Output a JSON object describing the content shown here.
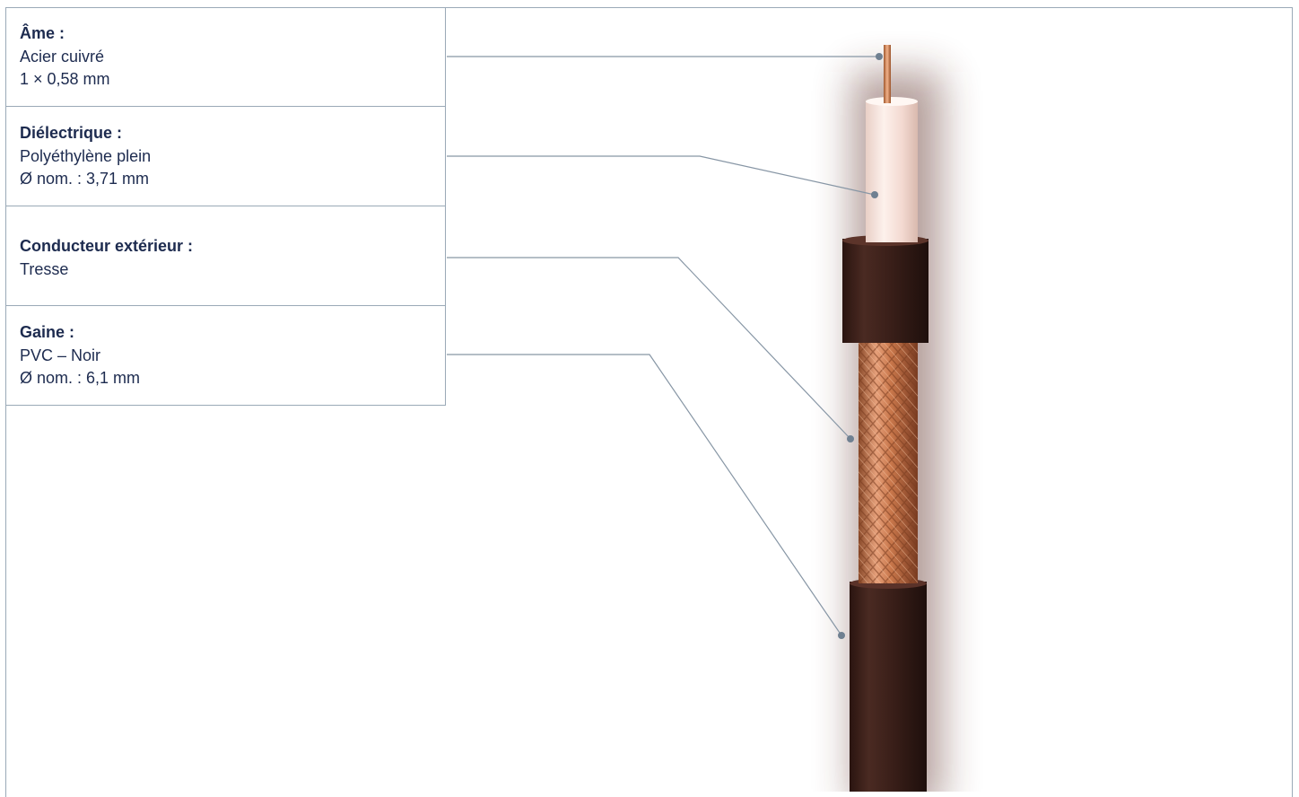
{
  "components": [
    {
      "title": "Âme :",
      "lines": [
        "Acier cuivré",
        "1 × 0,58 mm"
      ]
    },
    {
      "title": "Diélectrique :",
      "lines": [
        "Polyéthylène plein",
        "Ø nom. : 3,71 mm"
      ]
    },
    {
      "title": "Conducteur extérieur :",
      "lines": [
        "Tresse"
      ]
    },
    {
      "title": "Gaine :",
      "lines": [
        "PVC – Noir",
        "Ø nom. : 6,1 mm"
      ]
    }
  ],
  "colors": {
    "text": "#1d2b4f",
    "border": "#9aa9b7",
    "leader": "#8796a5",
    "copper": "#c8764a",
    "dielectric": "#f6e2dc",
    "jacket": "#3a1f1a"
  }
}
